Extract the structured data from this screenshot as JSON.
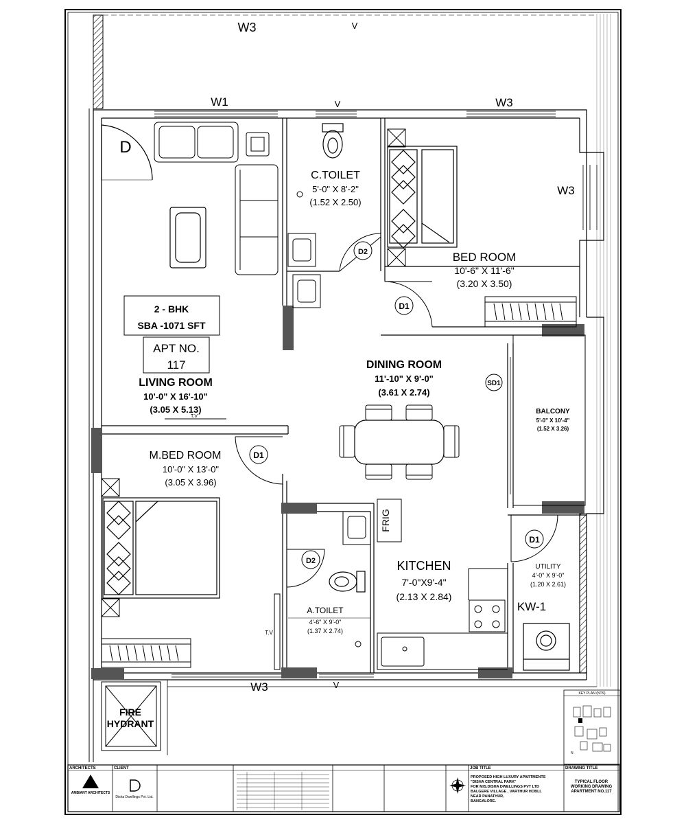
{
  "rooms": {
    "living": {
      "name": "LIVING ROOM",
      "size_ft": "10'-0\" X 16'-10\"",
      "size_m": "(3.05 X 5.13)"
    },
    "ctoilet": {
      "name": "C.TOILET",
      "size_ft": "5'-0\" X 8'-2\"",
      "size_m": "(1.52 X 2.50)"
    },
    "bedroom": {
      "name": "BED ROOM",
      "size_ft": "10'-6\" X 11'-6\"",
      "size_m": "(3.20 X 3.50)"
    },
    "dining": {
      "name": "DINING ROOM",
      "size_ft": "11'-10\" X 9'-0\"",
      "size_m": "(3.61 X 2.74)"
    },
    "balcony": {
      "name": "BALCONY",
      "size_ft": "5'-0\" X 10'-4\"",
      "size_m": "(1.52 X 3.26)"
    },
    "mbed": {
      "name": "M.BED ROOM",
      "size_ft": "10'-0\" X 13'-0\"",
      "size_m": "(3.05 X 3.96)"
    },
    "atoilet": {
      "name": "A.TOILET",
      "size_ft": "4'-6\" X 9'-0\"",
      "size_m": "(1.37 X 2.74)"
    },
    "kitchen": {
      "name": "KITCHEN",
      "size_ft": "7'-0\"X9'-4\"",
      "size_m": "(2.13 X 2.84)"
    },
    "utility": {
      "name": "UTILITY",
      "size_ft": "4'-0\" X 9'-0\"",
      "size_m": "(1.20 X 2.61)"
    }
  },
  "info": {
    "bhk": "2 - BHK",
    "sba": "SBA -1071 SFT",
    "apt_label": "APT NO.",
    "apt_no": "117"
  },
  "tags": {
    "w3": "W3",
    "w1": "W1",
    "v": "V",
    "d": "D",
    "d1": "D1",
    "d2": "D2",
    "sd1": "SD1",
    "kw1": "KW-1",
    "frig": "FRIG",
    "tv": "T.V",
    "fire_hydrant_1": "FIRE",
    "fire_hydrant_2": "HYDRANT"
  },
  "title_block": {
    "architects_label": "ARCHITECTS",
    "architect_name": "AMBIANT ARCHITECTS",
    "client_label": "CLIENT",
    "client_name": "Disha Dwellings Pvt. Ltd.",
    "project_label": "JOB TITLE",
    "project_lines": [
      "PROPOSED HIGH LUXURY APARTMENTS",
      "\"DISHA CENTRAL PARK\"",
      "FOR M/S.DISHA DWELLINGS PVT LTD",
      "BALGERE VILLAGE , VARTHUR HOBLI,",
      "NEAR PANATHUR,",
      "BANGALORE."
    ],
    "drawing_title_label": "DRAWING TITLE",
    "drawing_title_lines": [
      "TYPICAL FLOOR",
      "WORKING DRAWING",
      "APARTMENT NO.117"
    ],
    "key_plan_label": "KEY PLAN (NTS)",
    "north": "N"
  },
  "colors": {
    "line": "#000000",
    "wall_fill": "#555555",
    "grid_line": "#888888"
  }
}
